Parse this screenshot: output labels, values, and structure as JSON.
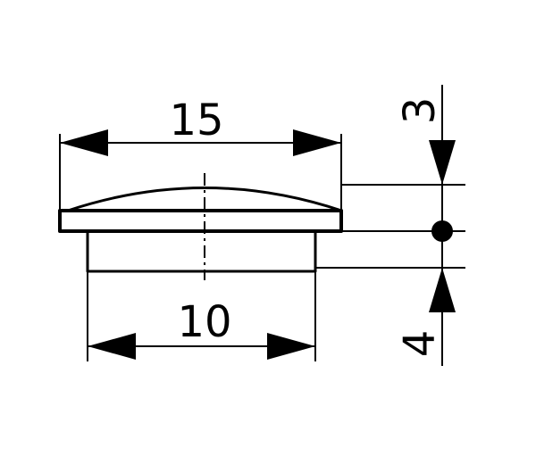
{
  "dimensions": {
    "cap_diameter": "15",
    "shank_diameter": "10",
    "cap_height": "3",
    "shank_height": "4"
  },
  "colors": {
    "ink": "#000000",
    "background": "#ffffff"
  }
}
